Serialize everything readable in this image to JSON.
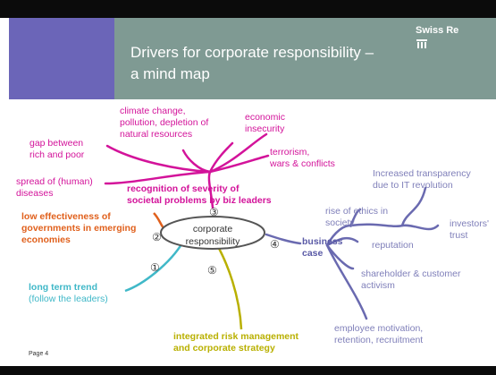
{
  "header": {
    "title_line1": "Drivers for corporate responsibility –",
    "title_line2": "a mind map",
    "brand": "Swiss Re",
    "brand_icon": "swiss-re-logo-icon"
  },
  "center": {
    "line1": "corporate",
    "line2": "responsibility"
  },
  "top_branch": {
    "main_line1": "recognition of severity of",
    "main_line2": "societal problems by biz leaders",
    "number": "③",
    "climate_line1": "climate change,",
    "climate_line2": "pollution, depletion of",
    "climate_line3": "natural resources",
    "economic_line1": "economic",
    "economic_line2": "insecurity",
    "terror_line1": "terrorism,",
    "terror_line2": "wars & conflicts",
    "gap_line1": "gap between",
    "gap_line2": "rich and poor",
    "disease_line1": "spread of (human)",
    "disease_line2": "diseases"
  },
  "left_branch": {
    "line1": "low effectiveness of",
    "line2": "governments in emerging",
    "line3": "economies",
    "number": "②"
  },
  "trend_branch": {
    "line1": "long term trend",
    "line2": "(follow the leaders)",
    "number": "①"
  },
  "bottom_branch": {
    "line1": "integrated risk management",
    "line2": "and corporate strategy",
    "number": "⑤"
  },
  "right_branch": {
    "line1": "business",
    "line2": "case",
    "number": "④",
    "transparency_line1": "Increased transparency",
    "transparency_line2": "due to IT revolution",
    "ethics_line1": "rise of ethics in",
    "ethics_line2": "society",
    "reputation": "reputation",
    "investors_line1": "investors'",
    "investors_line2": "trust",
    "shareholder_line1": "shareholder & customer",
    "shareholder_line2": "activism",
    "employee_line1": "employee motivation,",
    "employee_line2": "retention, recruitment"
  },
  "footer": {
    "page": "Page 4"
  },
  "colors": {
    "magenta": "#d3139a",
    "orange": "#e0601c",
    "cyan": "#40b8c8",
    "olive": "#b9b000",
    "violet": "#7f7fb9",
    "header": "#7f9a93",
    "accent_block": "#6b65b8"
  }
}
